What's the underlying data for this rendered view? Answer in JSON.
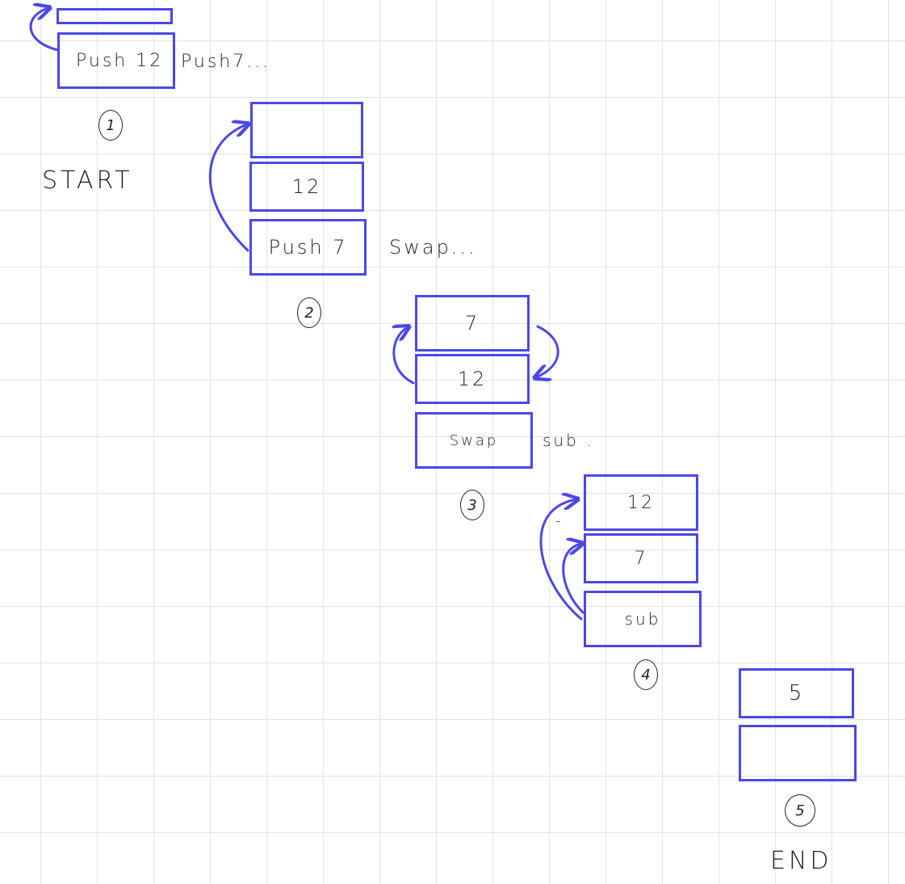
{
  "steps": [
    {
      "number": "1",
      "caption": "START",
      "next_instructions": "Push7...",
      "stack": [
        "",
        "Push 12"
      ]
    },
    {
      "number": "2",
      "caption": "",
      "next_instructions": "Swap...",
      "stack": [
        "",
        "12",
        "Push 7"
      ]
    },
    {
      "number": "3",
      "caption": "",
      "next_instructions": "sub .",
      "stack": [
        "7",
        "12",
        "Swap"
      ]
    },
    {
      "number": "4",
      "caption": "",
      "next_instructions": "",
      "operator_mark": "-",
      "stack": [
        "12",
        "7",
        "sub"
      ]
    },
    {
      "number": "5",
      "caption": "END",
      "next_instructions": "",
      "stack": [
        "5",
        ""
      ]
    }
  ],
  "colors": {
    "box_stroke": "#4b47e8",
    "arrow": "#4b47e8",
    "ink": "#222222",
    "grid": "#e3e3e3"
  }
}
